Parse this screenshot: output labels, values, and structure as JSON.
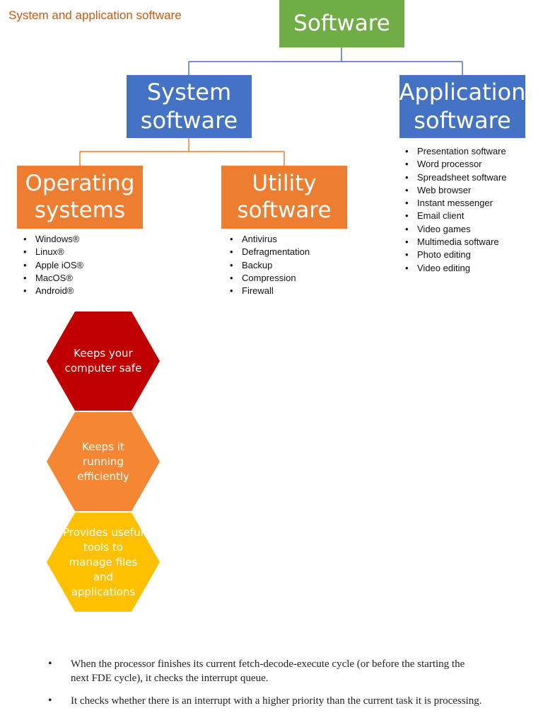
{
  "title": "System and application software",
  "diagram": {
    "root": "Software",
    "system": {
      "line1": "System",
      "line2": "software"
    },
    "application": {
      "line1": "Application",
      "line2": "software",
      "items": [
        "Presentation software",
        "Word processor",
        "Spreadsheet software",
        "Web browser",
        "Instant messenger",
        "Email client",
        "Video games",
        "Multimedia software",
        "Photo editing",
        "Video editing"
      ]
    },
    "os": {
      "line1": "Operating",
      "line2": "systems",
      "items": [
        "Windows®",
        "Linux®",
        "Apple iOS®",
        "MacOS®",
        "Android®"
      ]
    },
    "utility": {
      "line1": "Utility",
      "line2": "software",
      "items": [
        "Antivirus",
        "Defragmentation",
        "Backup",
        "Compression",
        "Firewall"
      ]
    },
    "colors": {
      "green": "#70ad47",
      "blue": "#4472c4",
      "orange": "#ed7d31",
      "red": "#c00000",
      "lightorange": "#f58633",
      "yellow": "#ffc000"
    }
  },
  "hexagons": [
    "Keeps your computer safe",
    "Keeps it running efficiently",
    "Provides useful tools to manage files and applications"
  ],
  "notes": [
    "When the processor finishes its current fetch-decode-execute cycle (or before the starting the next FDE cycle), it checks the interrupt queue.",
    "It checks whether there is an interrupt with a higher priority than the current task it is processing."
  ]
}
